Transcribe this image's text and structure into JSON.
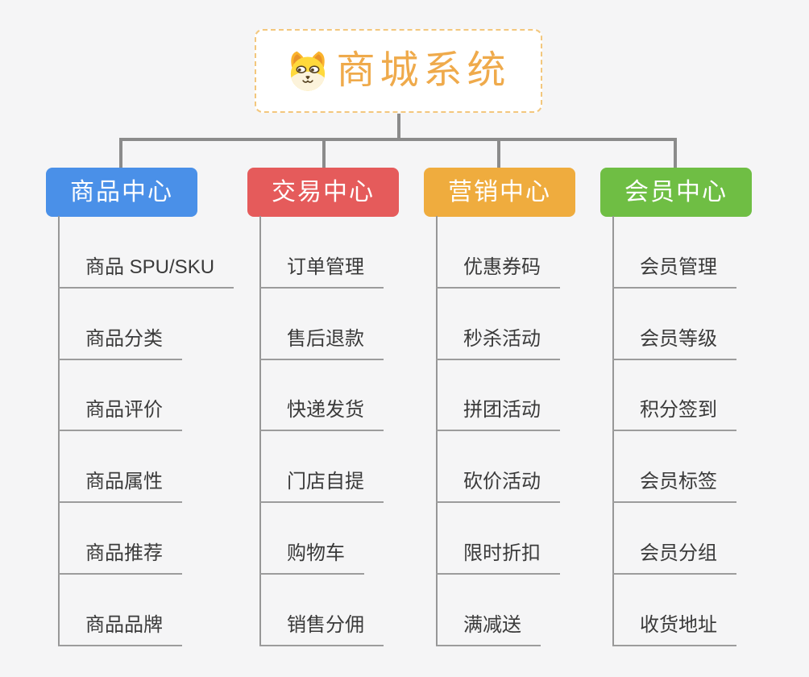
{
  "root": {
    "label": "商城系统",
    "icon": "dog-icon"
  },
  "branches": [
    {
      "label": "商品中心",
      "color": "#4a90e8",
      "items": [
        "商品 SPU/SKU",
        "商品分类",
        "商品评价",
        "商品属性",
        "商品推荐",
        "商品品牌"
      ]
    },
    {
      "label": "交易中心",
      "color": "#e55b5b",
      "items": [
        "订单管理",
        "售后退款",
        "快递发货",
        "门店自提",
        "购物车",
        "销售分佣"
      ]
    },
    {
      "label": "营销中心",
      "color": "#efac3e",
      "items": [
        "优惠券码",
        "秒杀活动",
        "拼团活动",
        "砍价活动",
        "限时折扣",
        "满减送"
      ]
    },
    {
      "label": "会员中心",
      "color": "#6fbe44",
      "items": [
        "会员管理",
        "会员等级",
        "积分签到",
        "会员标签",
        "会员分组",
        "收货地址"
      ]
    }
  ],
  "colors": {
    "background": "#f5f5f6",
    "root_text": "#efaa4b",
    "root_border": "#f3c77d",
    "connector": "#8b8b8b",
    "branch_line": "#979797",
    "item_text": "#3a3a3a"
  }
}
